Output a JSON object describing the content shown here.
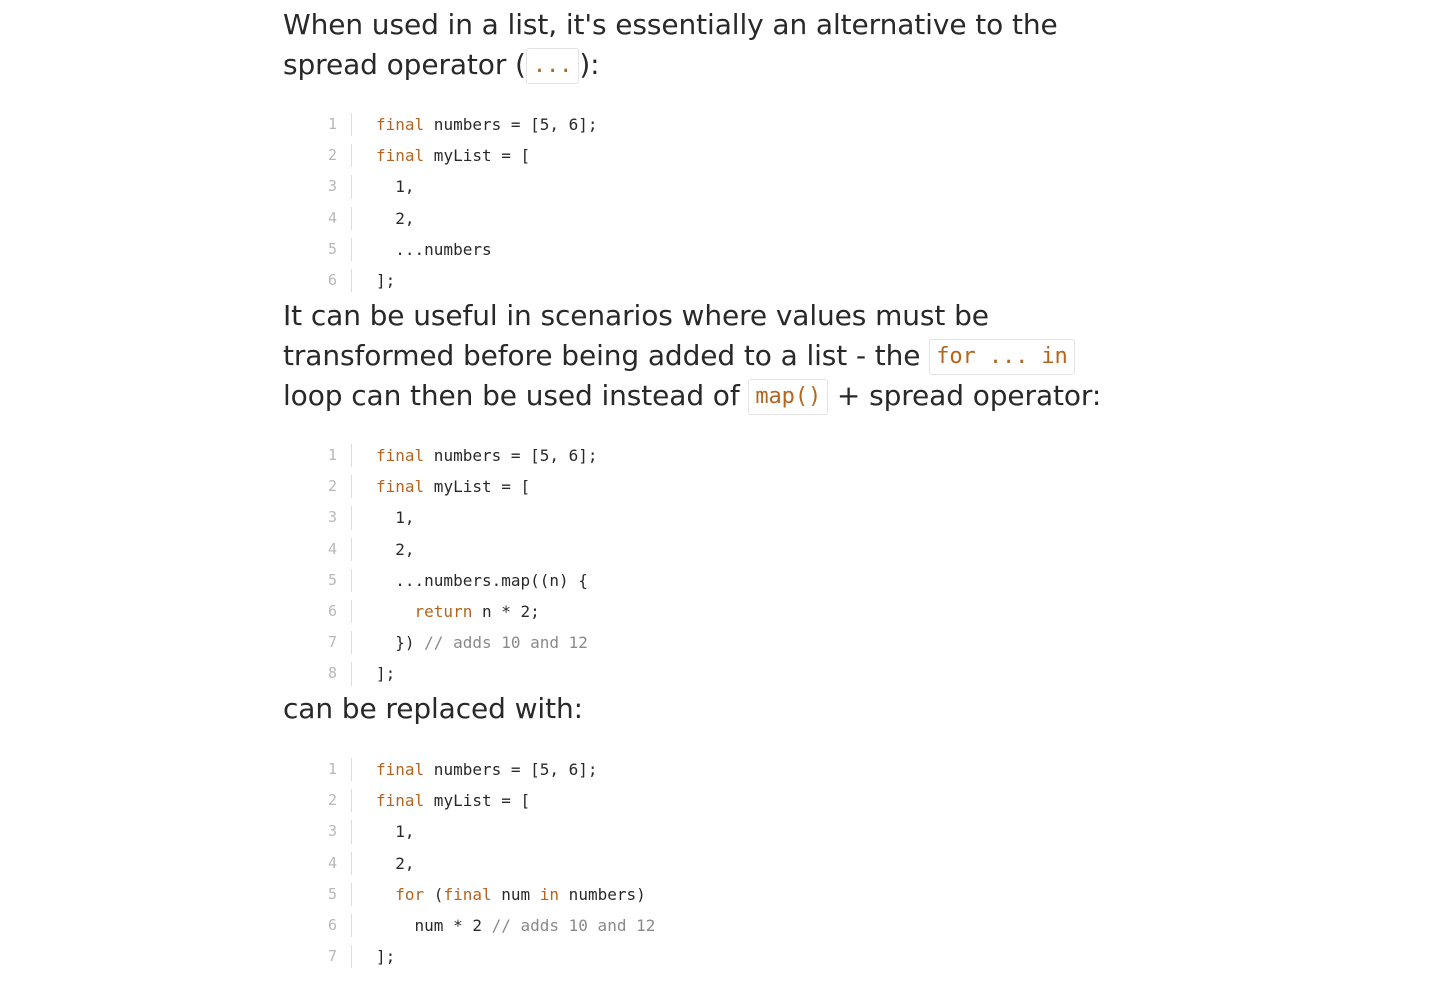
{
  "paragraph1": {
    "text_before": "When used in a list, it's essentially an alternative to the spread operator (",
    "code": "...",
    "text_after": "):"
  },
  "code_block_1": {
    "lines": [
      [
        "kw",
        "final",
        "pl",
        " numbers = [5, 6];"
      ],
      [
        "kw",
        "final",
        "pl",
        " myList = ["
      ],
      [
        "pl",
        "  1,"
      ],
      [
        "pl",
        "  2,"
      ],
      [
        "pl",
        "  ...numbers"
      ],
      [
        "pl",
        "];"
      ]
    ]
  },
  "paragraph2": {
    "text_before": "It can be useful in scenarios where values must be transformed before being added to a list - the ",
    "code1": "for ... in",
    "text_middle": " loop can then be used instead of ",
    "code2": "map()",
    "text_after": " + spread operator:"
  },
  "code_block_2": {
    "lines": [
      [
        "kw",
        "final",
        "pl",
        " numbers = [5, 6];"
      ],
      [
        "kw",
        "final",
        "pl",
        " myList = ["
      ],
      [
        "pl",
        "  1,"
      ],
      [
        "pl",
        "  2,"
      ],
      [
        "pl",
        "  ...numbers.map((n) {"
      ],
      [
        "pl",
        "    ",
        "kw",
        "return",
        "pl",
        " n * 2;"
      ],
      [
        "pl",
        "  }) ",
        "cm",
        "// adds 10 and 12"
      ],
      [
        "pl",
        "];"
      ]
    ]
  },
  "paragraph3": {
    "text": "can be replaced with:"
  },
  "code_block_3": {
    "lines": [
      [
        "kw",
        "final",
        "pl",
        " numbers = [5, 6];"
      ],
      [
        "kw",
        "final",
        "pl",
        " myList = ["
      ],
      [
        "pl",
        "  1,"
      ],
      [
        "pl",
        "  2,"
      ],
      [
        "pl",
        "  ",
        "kw",
        "for",
        "pl",
        " (",
        "kw",
        "final",
        "pl",
        " num ",
        "kw",
        "in",
        "pl",
        " numbers)"
      ],
      [
        "pl",
        "    num * 2 ",
        "cm",
        "// adds 10 and 12"
      ],
      [
        "pl",
        "];"
      ]
    ]
  },
  "colors": {
    "text": "#292929",
    "keyword": "#b5651d",
    "comment": "#8a8a8a",
    "line_number": "#b8b8b8",
    "inline_code_border": "#e3e3e3"
  }
}
